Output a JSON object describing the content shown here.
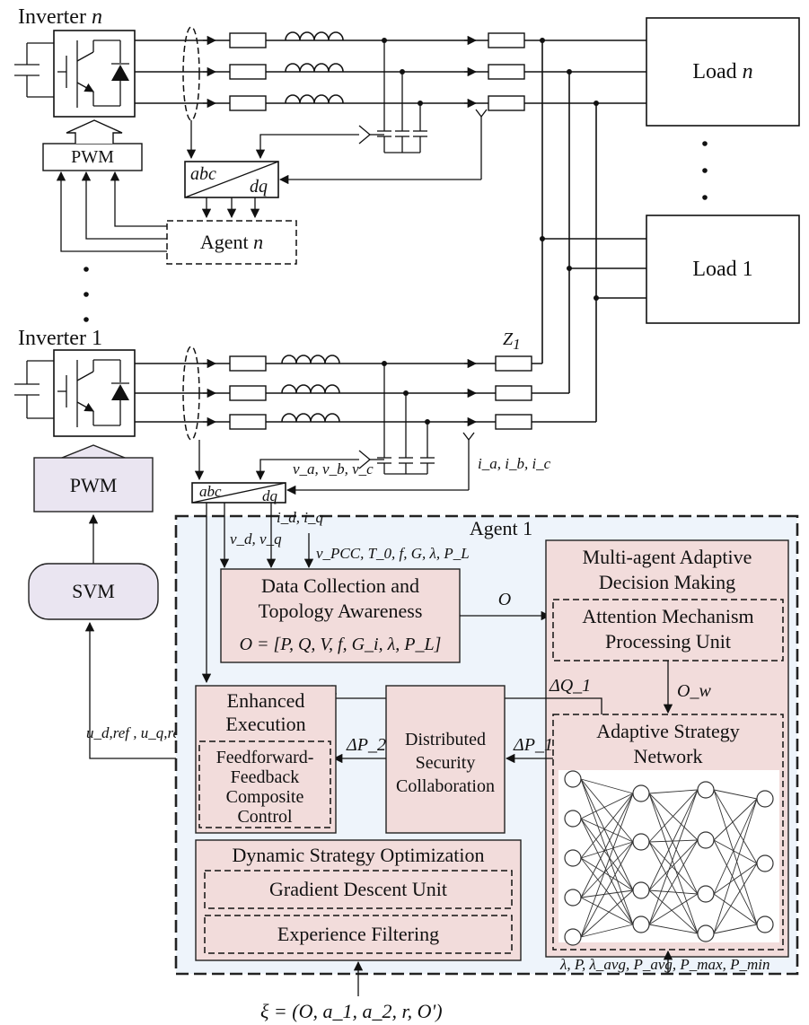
{
  "colors": {
    "agent_panel_fill": "#eef4fb",
    "module_fill": "#f2dcdb",
    "pwm_svm_fill": "#eae5f1",
    "line_color": "#111111"
  },
  "labels": {
    "inverter_n_prefix": "Inverter ",
    "inverter_n_var": "n",
    "inverter_1": "Inverter 1",
    "pwm_top": "PWM",
    "pwm_bottom": "PWM",
    "svm": "SVM",
    "abc": "abc",
    "dq": "dq",
    "agent_n_prefix": "Agent ",
    "agent_n_var": "n",
    "load_n_prefix": "Load ",
    "load_n_var": "n",
    "load_1": "Load 1",
    "z1": "Z",
    "z1_sub": "1",
    "v_abc": "v_a, v_b, v_c",
    "i_abc": "i_a, i_b, i_c",
    "vd_vq": "v_d, v_q",
    "id_iq": "i_d, i_q",
    "pcc_inputs": "v_PCC, T_0, f, G, λ, P_L",
    "u_ref": "u_d,ref , u_q,ref",
    "agent_1": "Agent 1",
    "data_collection_line1": "Data Collection and",
    "data_collection_line2": "Topology Awareness",
    "observation_formula": "O = [P, Q, V, f, G_i, λ, P_L]",
    "o_label": "O",
    "ow_label": "O_w",
    "multi_agent_line1": "Multi-agent Adaptive",
    "multi_agent_line2": "Decision Making",
    "attention_line1": "Attention Mechanism",
    "attention_line2": "Processing Unit",
    "adaptive_line1": "Adaptive Strategy",
    "adaptive_line2": "Network",
    "delta_q1": "ΔQ_1",
    "delta_p1": "ΔP_1",
    "delta_p2": "ΔP_2",
    "distributed_line1": "Distributed",
    "distributed_line2": "Security",
    "distributed_line3": "Collaboration",
    "enhanced_line1": "Enhanced",
    "enhanced_line2": "Execution",
    "feedforward_line1": "Feedforward-",
    "feedforward_line2": "Feedback",
    "feedforward_line3": "Composite",
    "feedforward_line4": "Control",
    "dynamic_title": "Dynamic Strategy Optimization",
    "gradient_unit": "Gradient Descent Unit",
    "experience_filtering": "Experience Filtering",
    "network_inputs": "λ, P, λ_avg, P_avg, P_max, P_min",
    "xi_formula": "ξ = (O, a_1, a_2, r, O')"
  }
}
